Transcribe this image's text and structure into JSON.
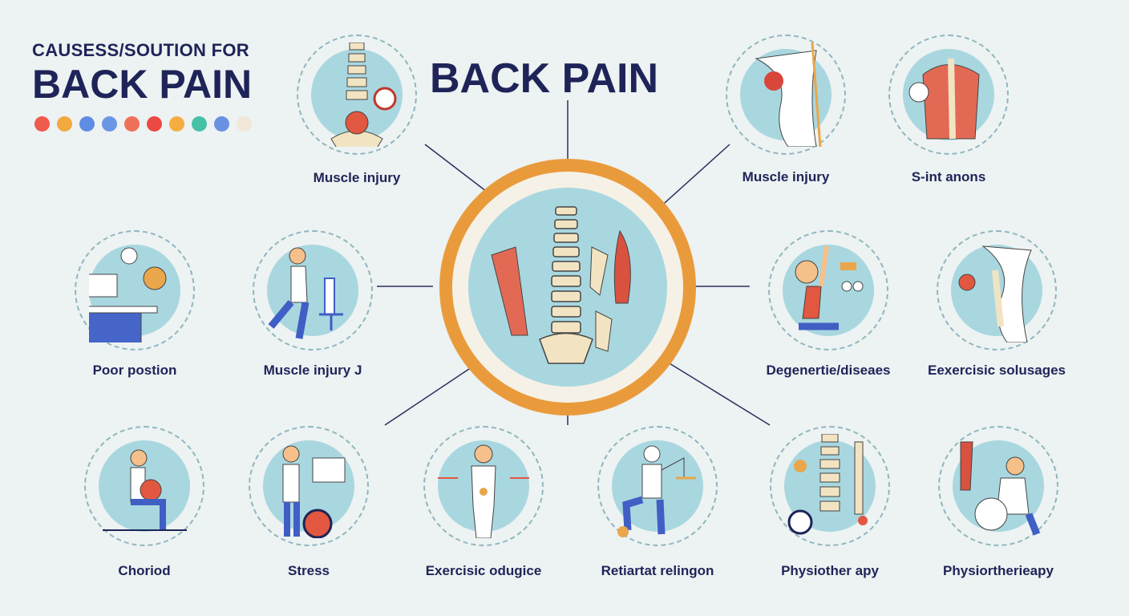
{
  "header": {
    "subtitle": "CAUSESS/SOUTION FOR",
    "title": "BACK PAIN"
  },
  "main_title": "BACK PAIN",
  "palette": [
    "#ef5b4c",
    "#f2a93f",
    "#5f8de3",
    "#6b96e6",
    "#ef7059",
    "#eb4a44",
    "#f5ad43",
    "#45c1a8",
    "#6a90e2",
    "#f1e7d9"
  ],
  "nodes": [
    {
      "label": "Muscle injury",
      "icon": "spine-icon"
    },
    {
      "label": "Muscle injury",
      "icon": "knee-icon"
    },
    {
      "label": "S-int anons",
      "icon": "back-muscle-icon"
    },
    {
      "label": "Poor postion",
      "icon": "desk-worker-icon"
    },
    {
      "label": "Muscle injury J",
      "icon": "person-chair-icon"
    },
    {
      "label": "Degenertie/diseaes",
      "icon": "yoga-icon"
    },
    {
      "label": "Eexercisic solusages",
      "icon": "hip-icon"
    },
    {
      "label": "Choriod",
      "icon": "seated-person-icon"
    },
    {
      "label": "Stress",
      "icon": "stressed-person-icon"
    },
    {
      "label": "Exercisic odugice",
      "icon": "body-icon"
    },
    {
      "label": "Retiartat relingon",
      "icon": "stretch-icon"
    },
    {
      "label": "Physiother apy",
      "icon": "spine-joint-icon"
    },
    {
      "label": "Physiortherieapy",
      "icon": "therapy-icon"
    }
  ]
}
